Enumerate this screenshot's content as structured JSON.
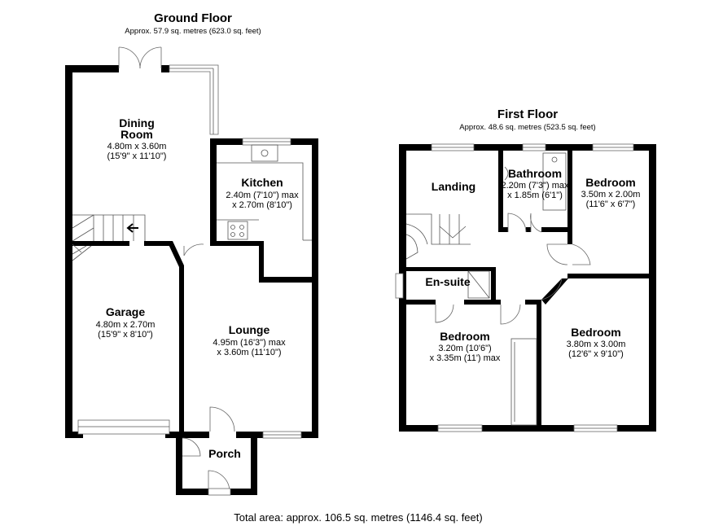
{
  "ground_floor": {
    "title": "Ground Floor",
    "area": "Approx. 57.9 sq. metres (623.0 sq. feet)",
    "rooms": {
      "dining": {
        "name_1": "Dining",
        "name_2": "Room",
        "dim_1": "4.80m x 3.60m",
        "dim_2": "(15'9\" x 11'10\")"
      },
      "kitchen": {
        "name": "Kitchen",
        "dim_1": "2.40m (7'10\") max",
        "dim_2": "x 2.70m (8'10\")"
      },
      "garage": {
        "name": "Garage",
        "dim_1": "4.80m x 2.70m",
        "dim_2": "(15'9\" x 8'10\")"
      },
      "lounge": {
        "name": "Lounge",
        "dim_1": "4.95m (16'3\") max",
        "dim_2": "x 3.60m (11'10\")"
      },
      "porch": {
        "name": "Porch"
      }
    }
  },
  "first_floor": {
    "title": "First Floor",
    "area": "Approx. 48.6 sq. metres (523.5 sq. feet)",
    "rooms": {
      "landing": {
        "name": "Landing"
      },
      "bathroom": {
        "name": "Bathroom",
        "dim_1": "2.20m (7'3\") max",
        "dim_2": "x 1.85m (6'1\")"
      },
      "bedroom_small": {
        "name": "Bedroom",
        "dim_1": "3.50m x 2.00m",
        "dim_2": "(11'6\" x 6'7\")"
      },
      "ensuite": {
        "name": "En-suite"
      },
      "bedroom_left": {
        "name": "Bedroom",
        "dim_1": "3.20m (10'6\")",
        "dim_2": "x 3.35m (11') max"
      },
      "bedroom_right": {
        "name": "Bedroom",
        "dim_1": "3.80m x 3.00m",
        "dim_2": "(12'6\" x 9'10\")"
      }
    }
  },
  "footer": {
    "total_area": "Total area: approx. 106.5 sq. metres (1146.4 sq. feet)"
  }
}
